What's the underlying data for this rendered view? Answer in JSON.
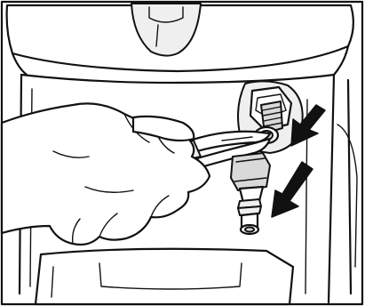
{
  "figure": {
    "style": "black line-art maintenance illustration",
    "components": [
      "appliance-housing",
      "outlet-fitting",
      "pliers",
      "hand",
      "hose-connector",
      "removal-arrows"
    ]
  },
  "colors": {
    "line": "#111111",
    "background": "#ffffff",
    "shade": "#d9d9d9",
    "arrow": "#111111"
  }
}
